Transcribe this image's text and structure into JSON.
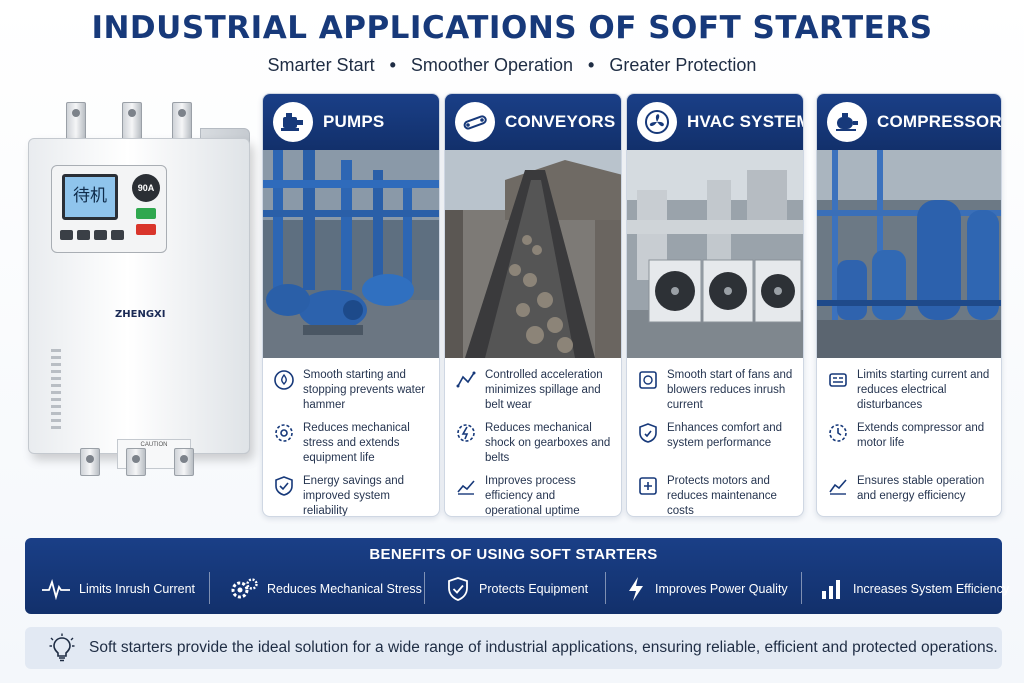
{
  "header": {
    "title": "INDUSTRIAL APPLICATIONS OF SOFT STARTERS",
    "taglines": [
      "Smarter Start",
      "Smoother Operation",
      "Greater Protection"
    ],
    "separator": "•"
  },
  "device": {
    "screen_text": "待机",
    "rating": "90A",
    "brand": "ZHENGXI",
    "warning_label": "CAUTION"
  },
  "cards": [
    {
      "title": "PUMPS",
      "icon": "pump-icon",
      "points": [
        "Smooth starting and stopping prevents water hammer",
        "Reduces mechanical stress and extends equipment life",
        "Energy savings and improved system reliability"
      ]
    },
    {
      "title": "CONVEYORS",
      "icon": "conveyor-icon",
      "points": [
        "Controlled acceleration minimizes spillage and belt wear",
        "Reduces mechanical shock on gearboxes and belts",
        "Improves process efficiency and operational uptime"
      ]
    },
    {
      "title": "HVAC SYSTEMS",
      "icon": "fan-icon",
      "points": [
        "Smooth start of fans and blowers reduces inrush current",
        "Enhances comfort and system performance",
        "Protects motors and reduces maintenance costs"
      ]
    },
    {
      "title": "COMPRESSORS",
      "icon": "compressor-icon",
      "points": [
        "Limits starting current and reduces electrical disturbances",
        "Extends compressor and motor life",
        "Ensures stable operation and energy efficiency"
      ]
    }
  ],
  "benefits": {
    "title": "BENEFITS OF USING SOFT STARTERS",
    "items": [
      {
        "label": "Limits Inrush Current",
        "icon": "waveform-icon"
      },
      {
        "label": "Reduces Mechanical Stress",
        "icon": "gears-icon"
      },
      {
        "label": "Protects Equipment",
        "icon": "shield-check-icon"
      },
      {
        "label": "Improves Power Quality",
        "icon": "lightning-icon"
      },
      {
        "label": "Increases System Efficiency",
        "icon": "bar-chart-icon"
      }
    ]
  },
  "footer": {
    "icon": "lightbulb-icon",
    "text": "Soft starters provide the ideal solution for a wide range of industrial applications, ensuring reliable, efficient and protected operations."
  },
  "colors": {
    "navy": "#17397a",
    "banner": "#12306b",
    "card_border": "#cfd7e3",
    "footer_bg": "#e2e9f3"
  }
}
